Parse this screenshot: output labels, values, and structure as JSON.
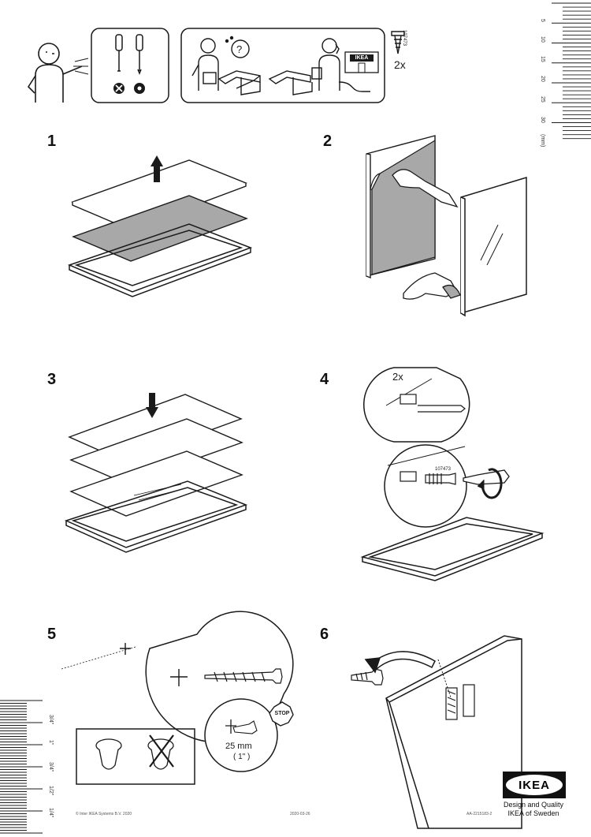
{
  "header": {
    "quantity_label": "2x",
    "screw_part_number": "107473",
    "ikea_box_label": "IKEA"
  },
  "steps": [
    {
      "number": "1"
    },
    {
      "number": "2"
    },
    {
      "number": "3"
    },
    {
      "number": "4",
      "multiplier": "2x",
      "part_number": "107473"
    },
    {
      "number": "5",
      "depth_mm": "25 mm",
      "depth_in": "( 1\" )",
      "stop_label": "STOP"
    },
    {
      "number": "6"
    }
  ],
  "ruler_right": {
    "labels": [
      "5",
      "10",
      "15",
      "20",
      "25",
      "30",
      "(mm)"
    ]
  },
  "ruler_left": {
    "labels": [
      "3/4\"",
      "1\"",
      "3/4\"",
      "1/2\"",
      "1/4\""
    ]
  },
  "footer": {
    "copyright": "© Inter IKEA Systems B.V. 2020",
    "doc_date": "2020-03-26",
    "doc_number": "AA-2215183-2",
    "logo": "IKEA",
    "tagline_1": "Design and Quality",
    "tagline_2": "IKEA of Sweden"
  },
  "colors": {
    "ink": "#1a1a1a",
    "gray_panel": "#a8a8a8",
    "logo_yellow": "#ffffff"
  }
}
